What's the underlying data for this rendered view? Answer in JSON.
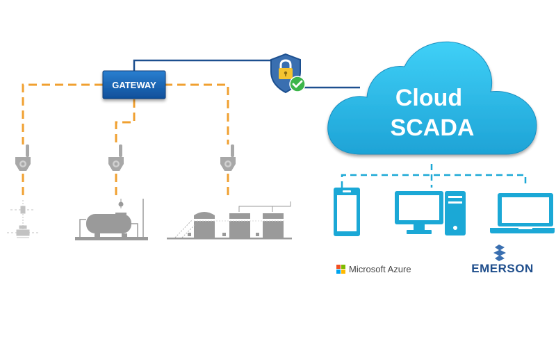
{
  "diagram": {
    "title": "Cloud SCADA architecture",
    "gateway": {
      "label": "GATEWAY"
    },
    "security": {
      "icon": "shield-lock-check-icon"
    },
    "cloud": {
      "line1": "Cloud",
      "line2": "SCADA"
    },
    "field_devices": [
      {
        "name": "wellhead",
        "transmitter": "wireless-transmitter-icon"
      },
      {
        "name": "separator-tank",
        "transmitter": "wireless-transmitter-icon"
      },
      {
        "name": "storage-tanks",
        "transmitter": "wireless-transmitter-icon"
      }
    ],
    "client_devices": [
      {
        "name": "smartphone",
        "icon": "smartphone-icon"
      },
      {
        "name": "desktop-computer",
        "icon": "desktop-computer-icon"
      },
      {
        "name": "laptop",
        "icon": "laptop-icon"
      }
    ],
    "logos": {
      "azure": "Microsoft Azure",
      "emerson": "EMERSON"
    },
    "colors": {
      "gateway_blue": "#1565b8",
      "link_dark_blue": "#1c4f8f",
      "wireless_orange": "#f0a030",
      "cloud_cyan": "#29b6e6",
      "device_cyan": "#1ba8d6",
      "equipment_gray": "#9a9a9a",
      "shield_blue": "#3a6fb0",
      "lock_yellow": "#f5c431",
      "check_green": "#3cb54a",
      "emerson_blue": "#1f4e8c"
    }
  }
}
